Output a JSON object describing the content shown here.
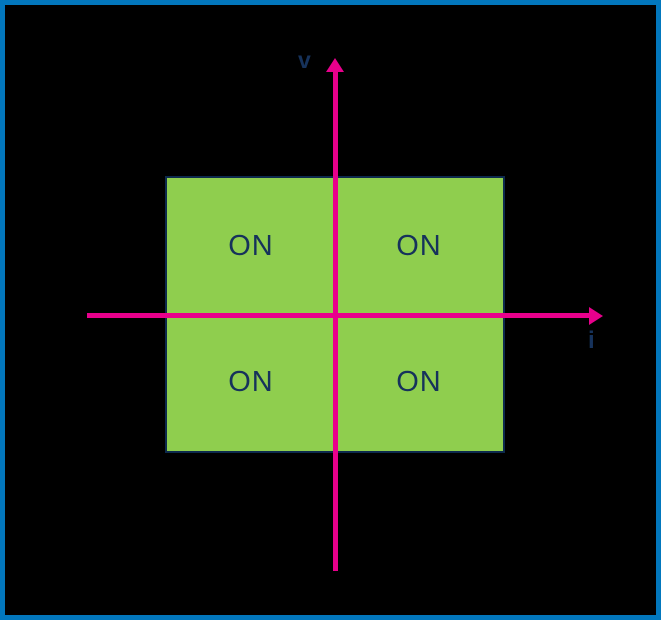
{
  "diagram": {
    "description": "four-quadrant v-i operating region diagram",
    "axes": {
      "vertical_label": "v",
      "horizontal_label": "i"
    },
    "region": {
      "quadrant_labels": [
        "ON",
        "ON",
        "ON",
        "ON"
      ]
    },
    "colors": {
      "background": "#000000",
      "frame": "#0277bd",
      "axis": "#e8008c",
      "region_fill": "#8fce4e",
      "region_border": "#0d2a4d",
      "label_text": "#16325b"
    }
  }
}
